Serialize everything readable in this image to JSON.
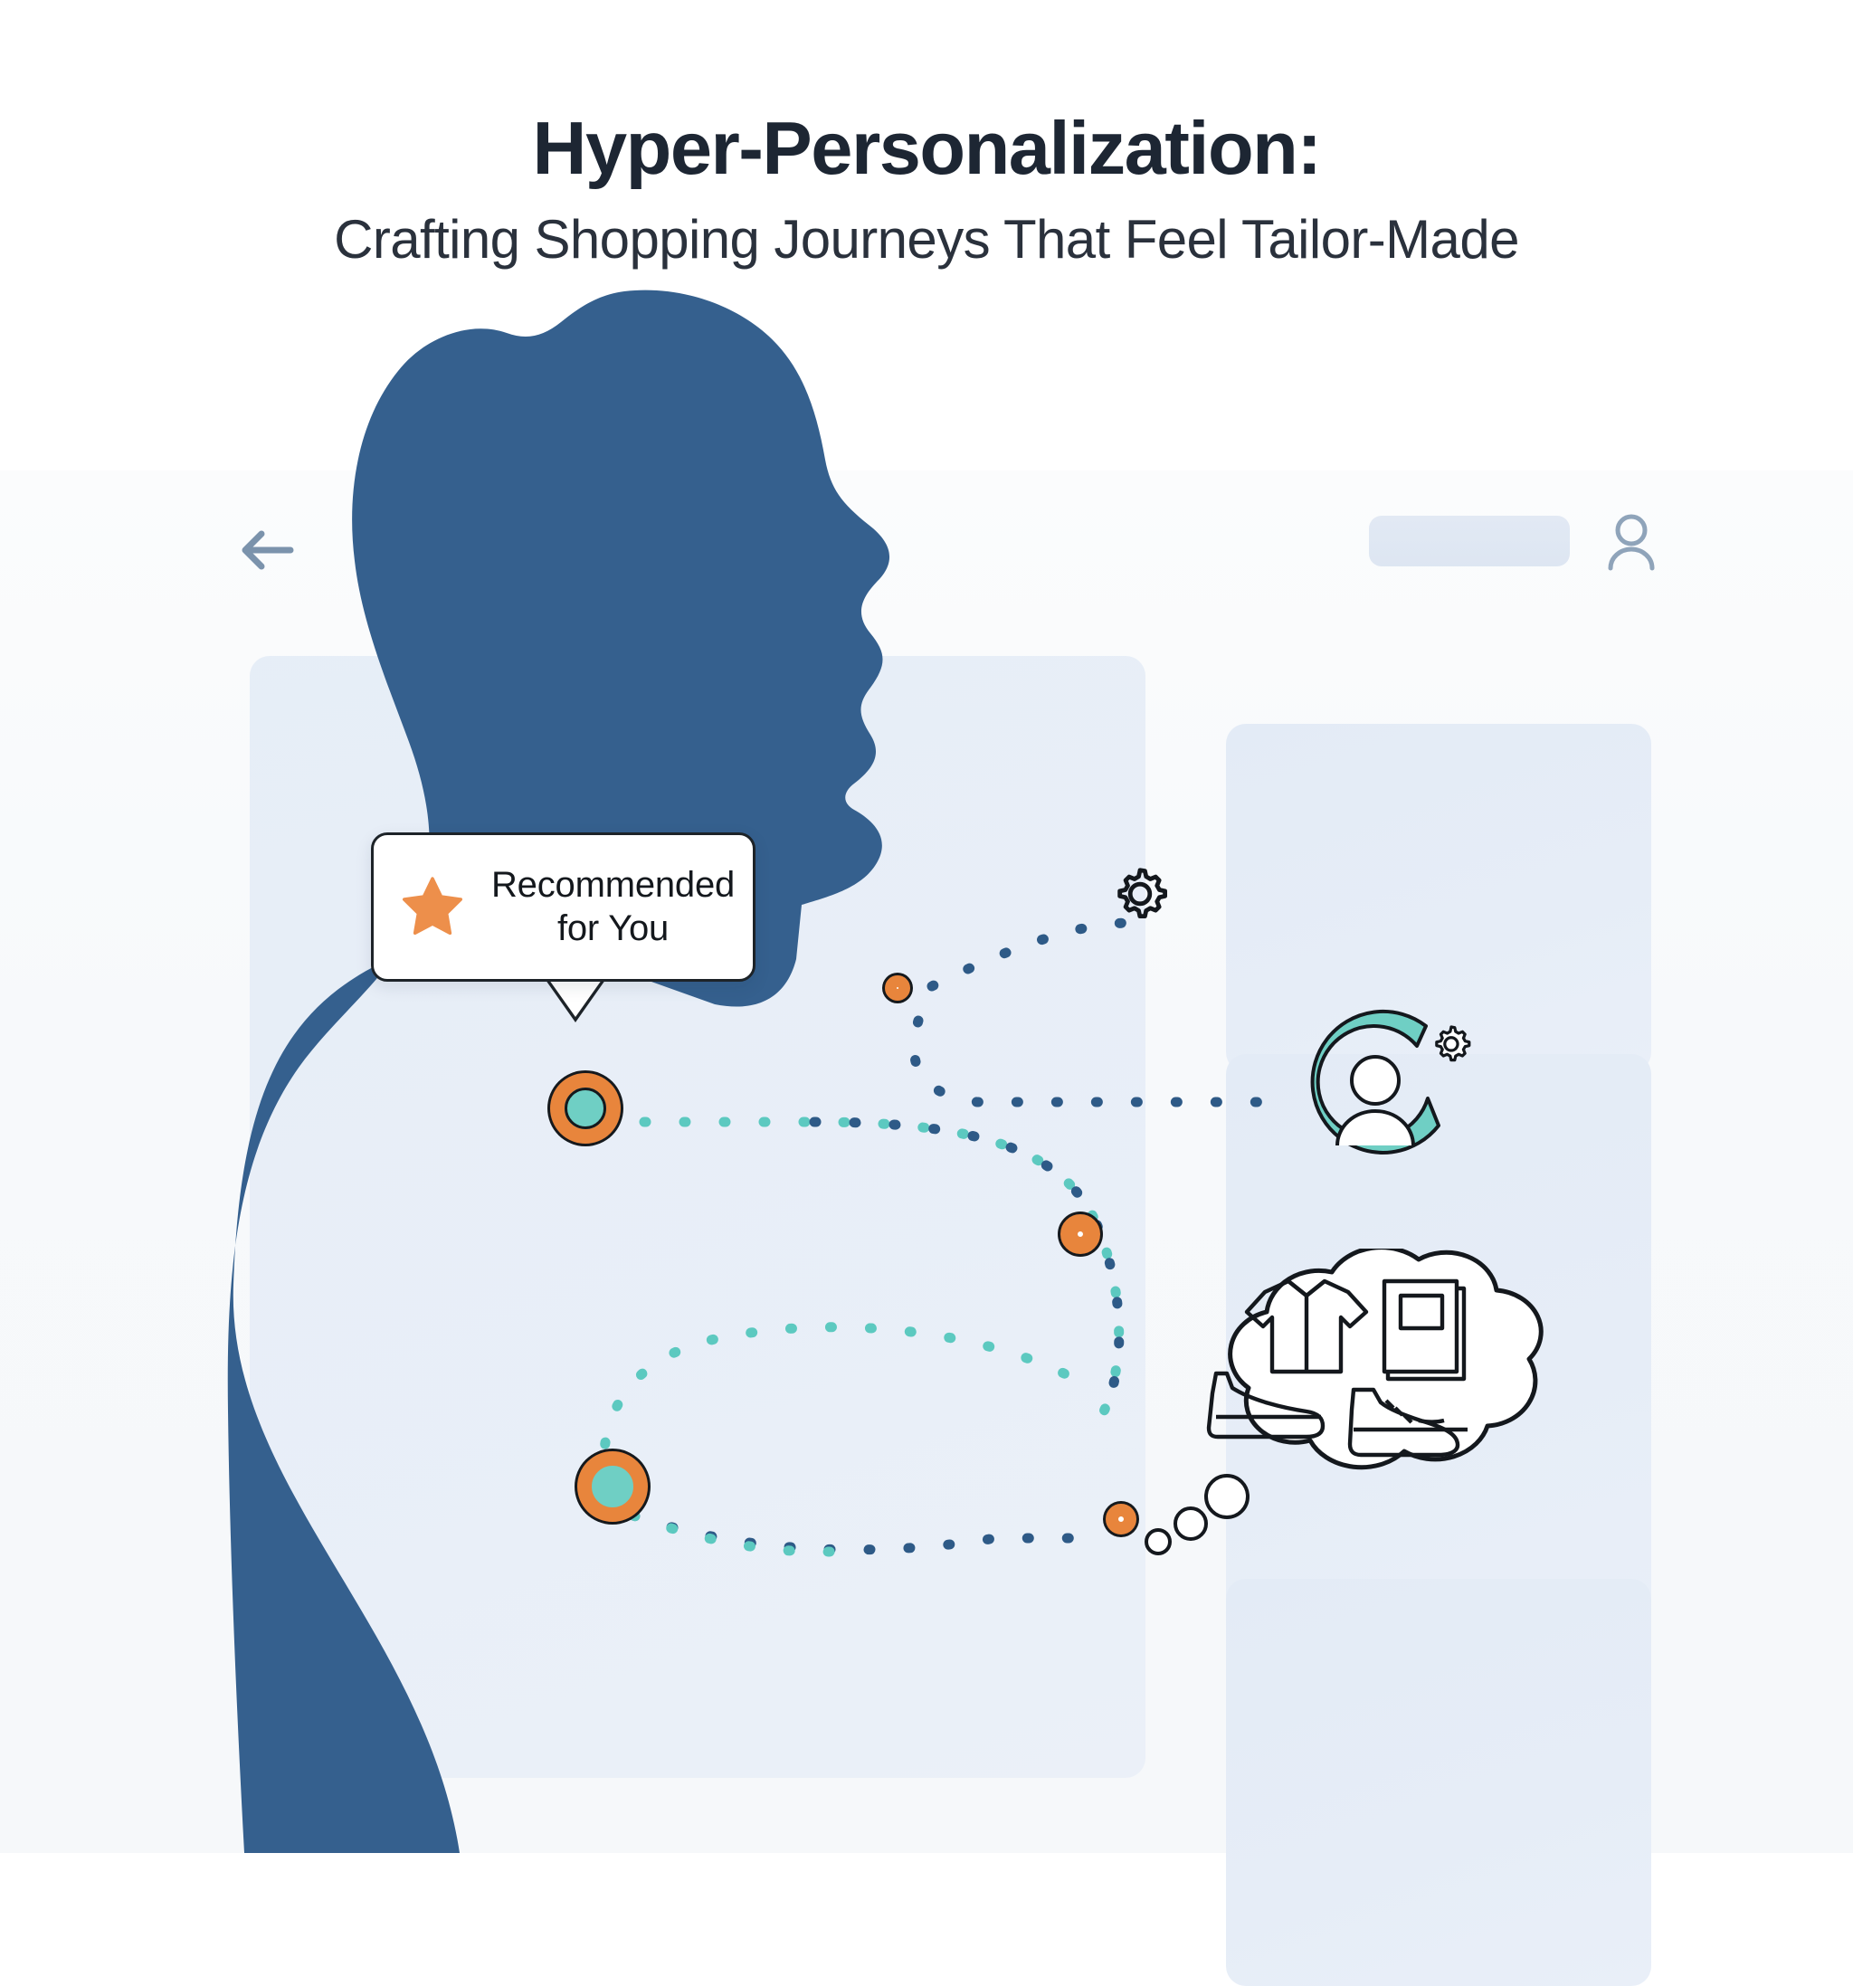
{
  "header": {
    "title": "Hyper-Personalization:",
    "subtitle": "Crafting Shopping Journeys That Feel Tailor-Made"
  },
  "appbar": {
    "back_icon": "arrow-left-icon",
    "search_value": "",
    "search_placeholder": "",
    "account_icon": "user-icon"
  },
  "tooltip": {
    "icon": "star-icon",
    "line1": "Recommended",
    "line2": "for You"
  },
  "illustration": {
    "silhouette_label": "shopper-profile-silhouette",
    "settings_icon": "gear-icon",
    "persona_icon": "user-profile-ring-icon",
    "persona_gear_icon": "gear-icon",
    "thought_bubble": {
      "label": "product-preferences-thought-bubble",
      "items": [
        "polo-shirt-icon",
        "book-icon",
        "dress-shoe-icon",
        "sneaker-icon"
      ]
    },
    "touchpoints": [
      {
        "name": "touchpoint-chest",
        "fill": "teal"
      },
      {
        "name": "touchpoint-torso",
        "fill": "teal"
      },
      {
        "name": "touchpoint-settings-path",
        "fill": "white"
      },
      {
        "name": "touchpoint-persona-path",
        "fill": "white"
      },
      {
        "name": "touchpoint-thought-path",
        "fill": "white"
      }
    ]
  },
  "colors": {
    "silhouette": "#35608E",
    "accent_orange": "#E8853C",
    "accent_teal": "#6FCFC4",
    "dot_teal": "#5CC9C0",
    "dot_blue": "#2E5A87",
    "card_bg": "#E4EBF6",
    "panel_bg": "#F7F9FB",
    "ink": "#14181d",
    "title_ink": "#1d2633"
  }
}
